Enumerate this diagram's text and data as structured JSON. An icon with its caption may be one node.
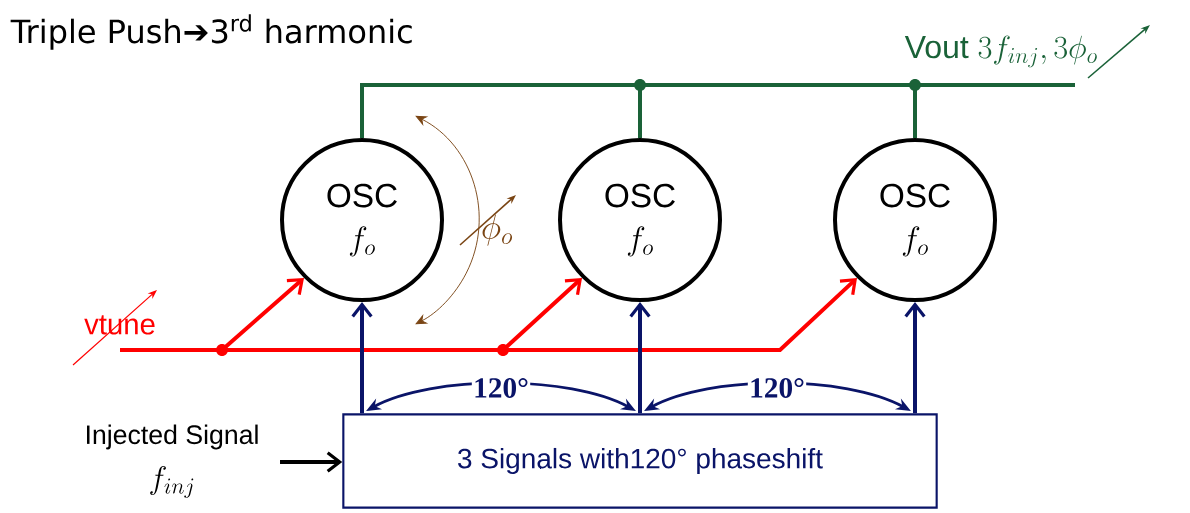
{
  "diagram": {
    "nodes": [
      {
        "text": [
          "OSC",
          "f_o"
        ]
      },
      {
        "text": [
          "OSC",
          "f_o"
        ]
      },
      {
        "text": [
          "OSC",
          "f_o"
        ]
      },
      {
        "text": [
          "3 Signals with120° phaseshift"
        ]
      }
    ],
    "edges": [
      {
        "from": null,
        "to": 0,
        "arrow": "to",
        "color": "#ff0000"
      },
      {
        "from": null,
        "to": 1,
        "arrow": "to",
        "color": "#ff0000"
      },
      {
        "from": null,
        "to": 2,
        "arrow": "to",
        "color": "#ff0000"
      },
      {
        "from": 3,
        "to": 0,
        "arrow": "to",
        "color": "#0a1468"
      },
      {
        "from": 3,
        "to": 1,
        "arrow": "to",
        "color": "#0a1468"
      },
      {
        "from": 3,
        "to": 2,
        "arrow": "to",
        "color": "#0a1468"
      },
      {
        "from": 0,
        "to": null,
        "arrow": "none",
        "color": "#1a6238"
      },
      {
        "from": 1,
        "to": null,
        "arrow": "none",
        "color": "#1a6238"
      },
      {
        "from": 2,
        "to": null,
        "arrow": "none",
        "color": "#1a6238"
      },
      {
        "from": null,
        "to": 3,
        "arrow": "to",
        "color": "#000000"
      }
    ],
    "labels": [
      "Triple Push➔3$^{rd}$ harmonic",
      "Vout",
      "3f_{inj},3\\phi_o",
      "vtune",
      "\\phi_o",
      "120°",
      "120°",
      "Injected Signal",
      "f_{inj}"
    ]
  }
}
